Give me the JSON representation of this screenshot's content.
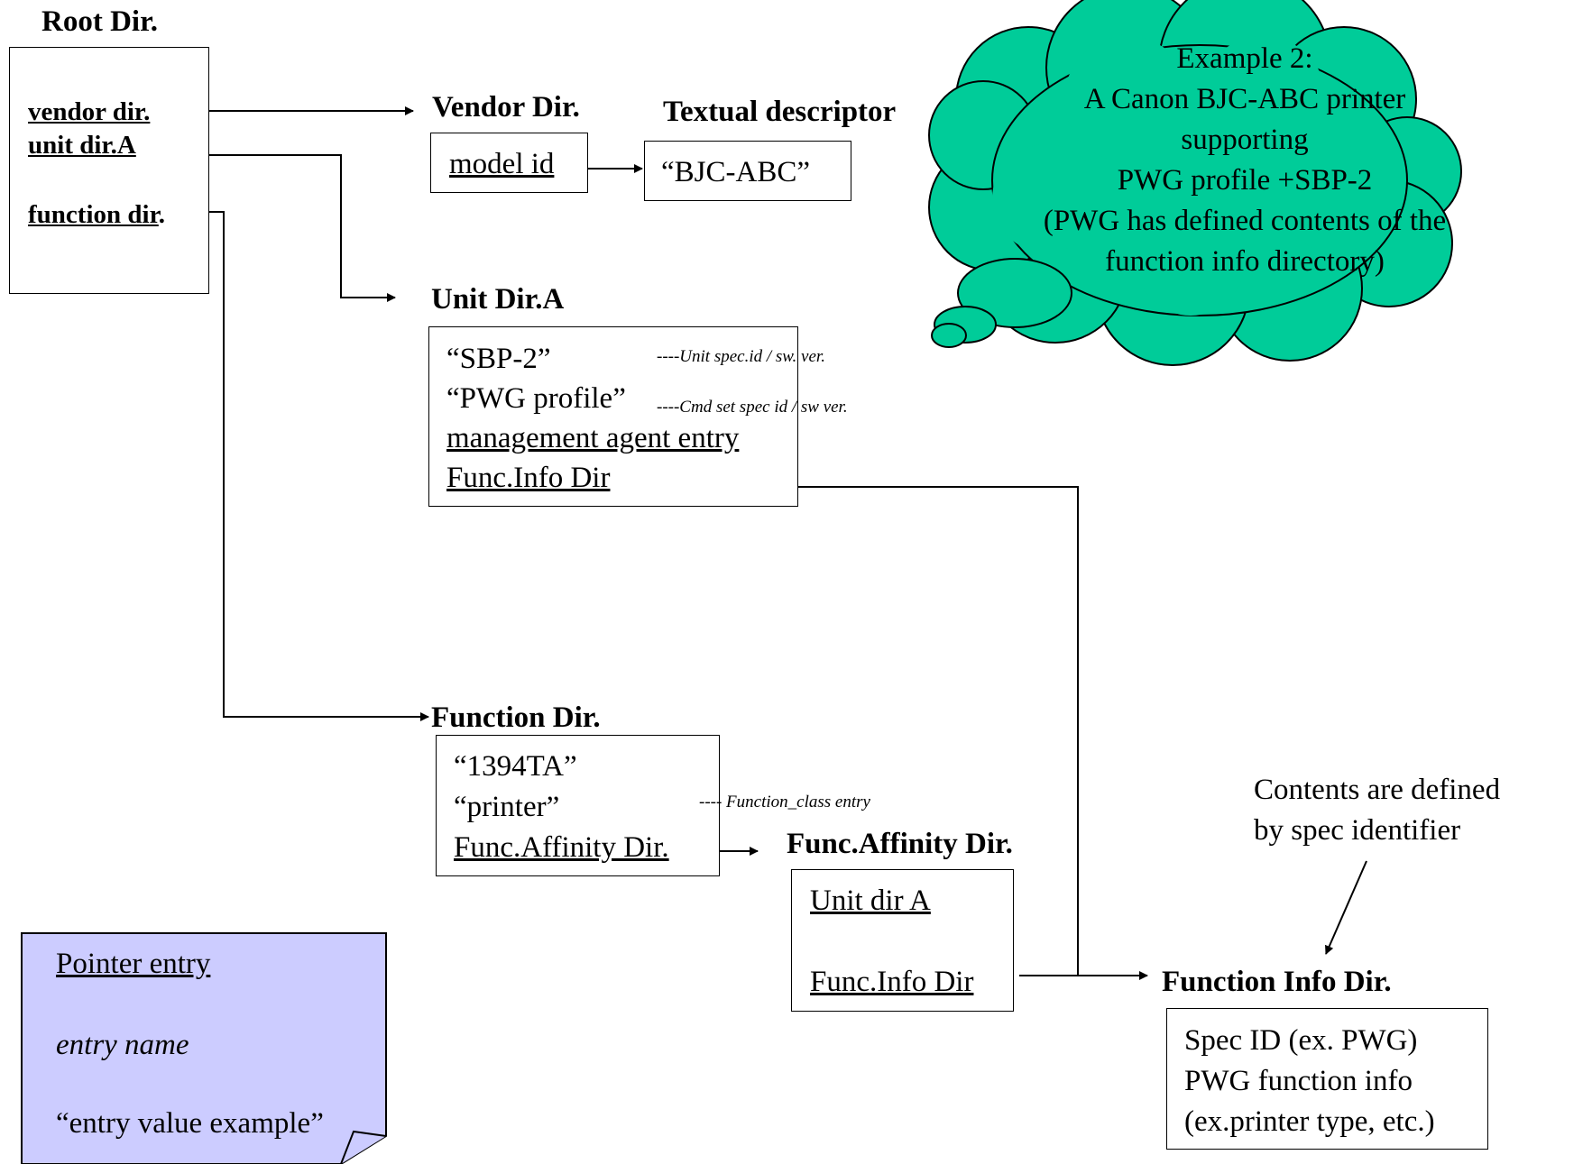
{
  "root": {
    "title": "Root Dir.",
    "entries": [
      "vendor dir.",
      "unit dir.A",
      "function dir"
    ],
    "function_dir_suffix": "."
  },
  "vendor": {
    "title": "Vendor Dir.",
    "entry": "model id"
  },
  "textual": {
    "title": "Textual descriptor",
    "value": "“BJC-ABC”"
  },
  "cloud": {
    "lines": [
      "Example 2:",
      "A Canon BJC-ABC printer",
      "supporting",
      "PWG profile +SBP-2",
      "(PWG has defined contents of the",
      "function info directory)"
    ],
    "color": "#00CC99"
  },
  "unit": {
    "title": "Unit Dir.A",
    "entries": [
      "“SBP-2”",
      "“PWG profile”",
      "management agent entry",
      "Func.Info Dir"
    ],
    "annotations": [
      "----Unit spec.id / sw. ver.",
      "----Cmd set spec id / sw ver."
    ]
  },
  "function": {
    "title": "Function Dir.",
    "entries": [
      "“1394TA”",
      "“printer”",
      "Func.Affinity Dir."
    ],
    "annotation": "---- Function_class entry"
  },
  "affinity": {
    "title": "Func.Affinity Dir.",
    "entries": [
      "Unit dir A",
      "Func.Info Dir"
    ]
  },
  "funcinfo": {
    "title": "Function Info Dir.",
    "entries": [
      "Spec ID (ex. PWG)",
      "PWG function info",
      "(ex.printer type, etc.)"
    ],
    "note": [
      "Contents are defined",
      "by spec identifier"
    ]
  },
  "legend": {
    "pointer": "Pointer entry",
    "name": "entry name",
    "value": "“entry value example”",
    "color": "#CCCCFF"
  }
}
